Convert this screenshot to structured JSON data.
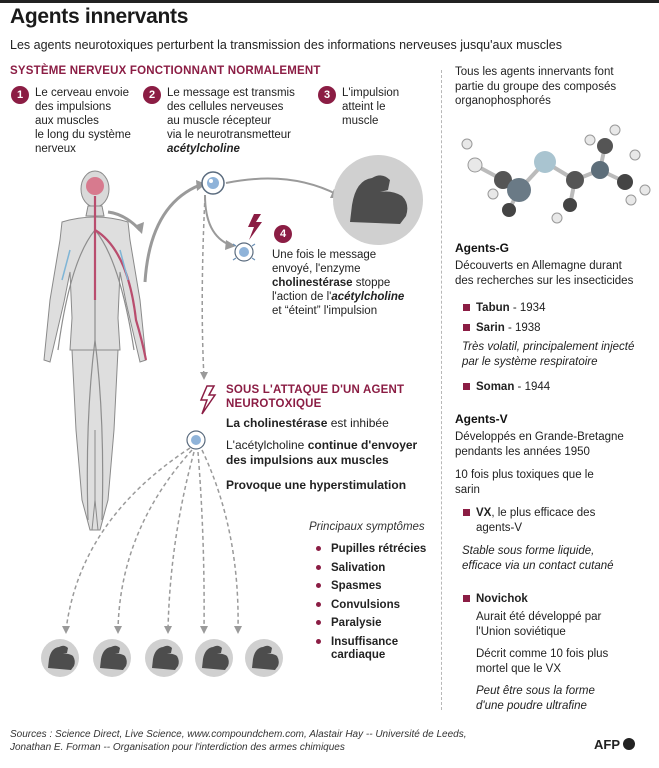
{
  "header": {
    "title": "Agents innervants",
    "subtitle": "Les agents neurotoxiques perturbent la transmission des informations nerveuses jusqu'aux muscles"
  },
  "normal": {
    "title": "SYSTÈME NERVEUX FONCTIONNANT NORMALEMENT",
    "steps": [
      {
        "num": "1",
        "lines": [
          "Le cerveau envoie",
          "des impulsions",
          "aux muscles",
          "le long du système",
          "nerveux"
        ]
      },
      {
        "num": "2",
        "lines": [
          "Le message est transmis",
          "des cellules nerveuses",
          "au muscle récepteur",
          "via le neurotransmetteur"
        ],
        "emph": "acétylcholine"
      },
      {
        "num": "3",
        "lines": [
          "L'impulsion",
          "atteint le",
          "muscle"
        ]
      }
    ],
    "step4": {
      "num": "4",
      "line1": "Une fois le message",
      "line2": "envoyé, l'enzyme",
      "enzyme": "cholinestérase",
      "stop": " stoppe",
      "pre": "l'action de l'",
      "agent": "acétylcholine",
      "line4": "et “éteint” l'impulsion"
    }
  },
  "attack": {
    "title_l1": "SOUS L'ATTAQUE D'UN AGENT",
    "title_l2": "NEUROTOXIQUE",
    "enzyme": "La cholinestérase",
    "inhib": " est inhibée",
    "ach_pre": "L'acétylcholine ",
    "ach_bold": "continue d'envoyer",
    "ach_l2": "des impulsions aux muscles",
    "hyper": "Provoque une hyperstimulation"
  },
  "symptoms": {
    "title": "Principaux symptômes",
    "items": [
      "Pupilles rétrécies",
      "Salivation",
      "Spasmes",
      "Convulsions",
      "Paralysie"
    ],
    "last_l1": "Insuffisance",
    "last_l2": "cardiaque"
  },
  "right": {
    "intro": [
      "Tous les agents innervants font",
      "partie du groupe des composés",
      "organophosphorés"
    ],
    "g": {
      "title": "Agents-G",
      "desc": [
        "Découverts en Allemagne durant",
        "des recherches sur les insecticides"
      ],
      "tabun": "Tabun",
      "tabun_year": " - 1934",
      "sarin": "Sarin",
      "sarin_year": " - 1938",
      "sarin_note": [
        "Très volatil, principalement injecté",
        "par le système respiratoire"
      ],
      "soman": "Soman",
      "soman_year": " - 1944"
    },
    "v": {
      "title": "Agents-V",
      "desc": [
        "Développés en Grande-Bretagne",
        "pendants les années 1950"
      ],
      "tox": [
        "10 fois plus toxiques que le",
        "sarin"
      ],
      "vx": "VX",
      "vx_rest": ", le plus efficace des",
      "vx_l2": "agents-V",
      "vx_note": [
        "Stable sous forme liquide,",
        "efficace via un contact cutané"
      ]
    },
    "novichok": {
      "title": "Novichok",
      "l1": [
        "Aurait été développé par",
        "l'Union soviétique"
      ],
      "l2": [
        "Décrit comme 10 fois plus",
        "mortel que le VX"
      ],
      "l3": [
        "Peut être sous la forme",
        "d'une poudre ultrafine"
      ]
    }
  },
  "sources": {
    "line1": "Sources : Science Direct, Live Science, www.compoundchem.com, Alastair Hay -- Université de Leeds,",
    "line2": "Jonathan E. Forman -- Organisation pour l'interdiction des armes chimiques"
  },
  "logo": "AFP",
  "colors": {
    "accent": "#8b1d44",
    "muscle_gray": "#c8c8c8",
    "dark_gray": "#4d4d4d",
    "molecule_blue": "#a9c4d0"
  }
}
